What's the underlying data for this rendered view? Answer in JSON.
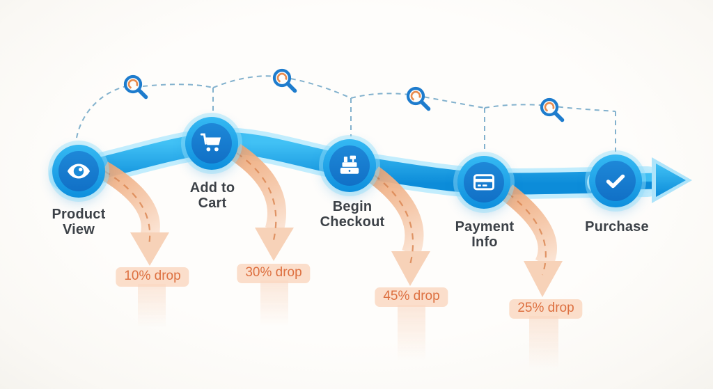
{
  "diagram": {
    "type": "conversion-funnel-flow",
    "stages": [
      {
        "label": "Product\nView",
        "icon": "eye-icon"
      },
      {
        "label": "Add to\nCart",
        "icon": "shopping-cart-icon"
      },
      {
        "label": "Begin\nCheckout",
        "icon": "cash-register-icon"
      },
      {
        "label": "Payment\nInfo",
        "icon": "credit-card-icon"
      },
      {
        "label": "Purchase",
        "icon": "checkmark-icon"
      }
    ],
    "drops": [
      {
        "text": "10% drop",
        "value": 10,
        "between": [
          "Product View",
          "Add to Cart"
        ]
      },
      {
        "text": "30% drop",
        "value": 30,
        "between": [
          "Add to Cart",
          "Begin Checkout"
        ]
      },
      {
        "text": "45% drop",
        "value": 45,
        "between": [
          "Begin Checkout",
          "Payment Info"
        ]
      },
      {
        "text": "25% drop",
        "value": 25,
        "between": [
          "Payment Info",
          "Purchase"
        ]
      }
    ],
    "inspection_icon": "magnifier-icon",
    "colors": {
      "flow_blue": "#18a3ea",
      "flow_blue_glow": "#bfecfd",
      "node_ring_blue": "#2cb2f0",
      "node_core_blue": "#1478cd",
      "drop_arrow_orange": "#f0ad7e",
      "drop_text_orange": "#dd7040",
      "drop_label_bg": "#fad7bf",
      "stage_label_text": "#3c4147",
      "dashed_connector": "#74a9c8"
    }
  }
}
